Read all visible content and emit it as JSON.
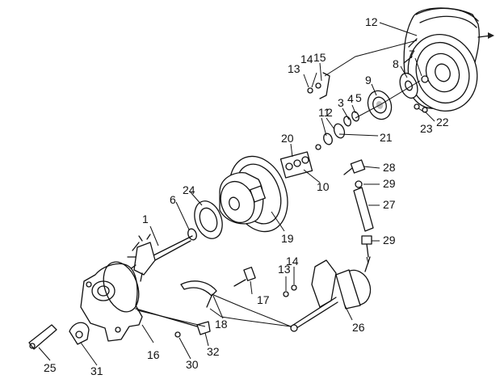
{
  "diagram": {
    "callouts": [
      {
        "id": "c1",
        "text": "1"
      },
      {
        "id": "c2",
        "text": "2"
      },
      {
        "id": "c3",
        "text": "3"
      },
      {
        "id": "c4",
        "text": "4"
      },
      {
        "id": "c5",
        "text": "5"
      },
      {
        "id": "c6",
        "text": "6"
      },
      {
        "id": "c7",
        "text": "7"
      },
      {
        "id": "c8",
        "text": "8"
      },
      {
        "id": "c9",
        "text": "9"
      },
      {
        "id": "c10",
        "text": "10"
      },
      {
        "id": "c11",
        "text": "11"
      },
      {
        "id": "c12",
        "text": "12"
      },
      {
        "id": "c13a",
        "text": "13"
      },
      {
        "id": "c13b",
        "text": "13"
      },
      {
        "id": "c14a",
        "text": "14"
      },
      {
        "id": "c14b",
        "text": "14"
      },
      {
        "id": "c15",
        "text": "15"
      },
      {
        "id": "c16",
        "text": "16"
      },
      {
        "id": "c17",
        "text": "17"
      },
      {
        "id": "c18",
        "text": "18"
      },
      {
        "id": "c19",
        "text": "19"
      },
      {
        "id": "c20",
        "text": "20"
      },
      {
        "id": "c21",
        "text": "21"
      },
      {
        "id": "c22",
        "text": "22"
      },
      {
        "id": "c23",
        "text": "23"
      },
      {
        "id": "c24",
        "text": "24"
      },
      {
        "id": "c25",
        "text": "25"
      },
      {
        "id": "c26",
        "text": "26"
      },
      {
        "id": "c27",
        "text": "27"
      },
      {
        "id": "c28",
        "text": "28"
      },
      {
        "id": "c29a",
        "text": "29"
      },
      {
        "id": "c29b",
        "text": "29"
      },
      {
        "id": "c30",
        "text": "30"
      },
      {
        "id": "c31",
        "text": "31"
      },
      {
        "id": "c32",
        "text": "32"
      }
    ]
  }
}
